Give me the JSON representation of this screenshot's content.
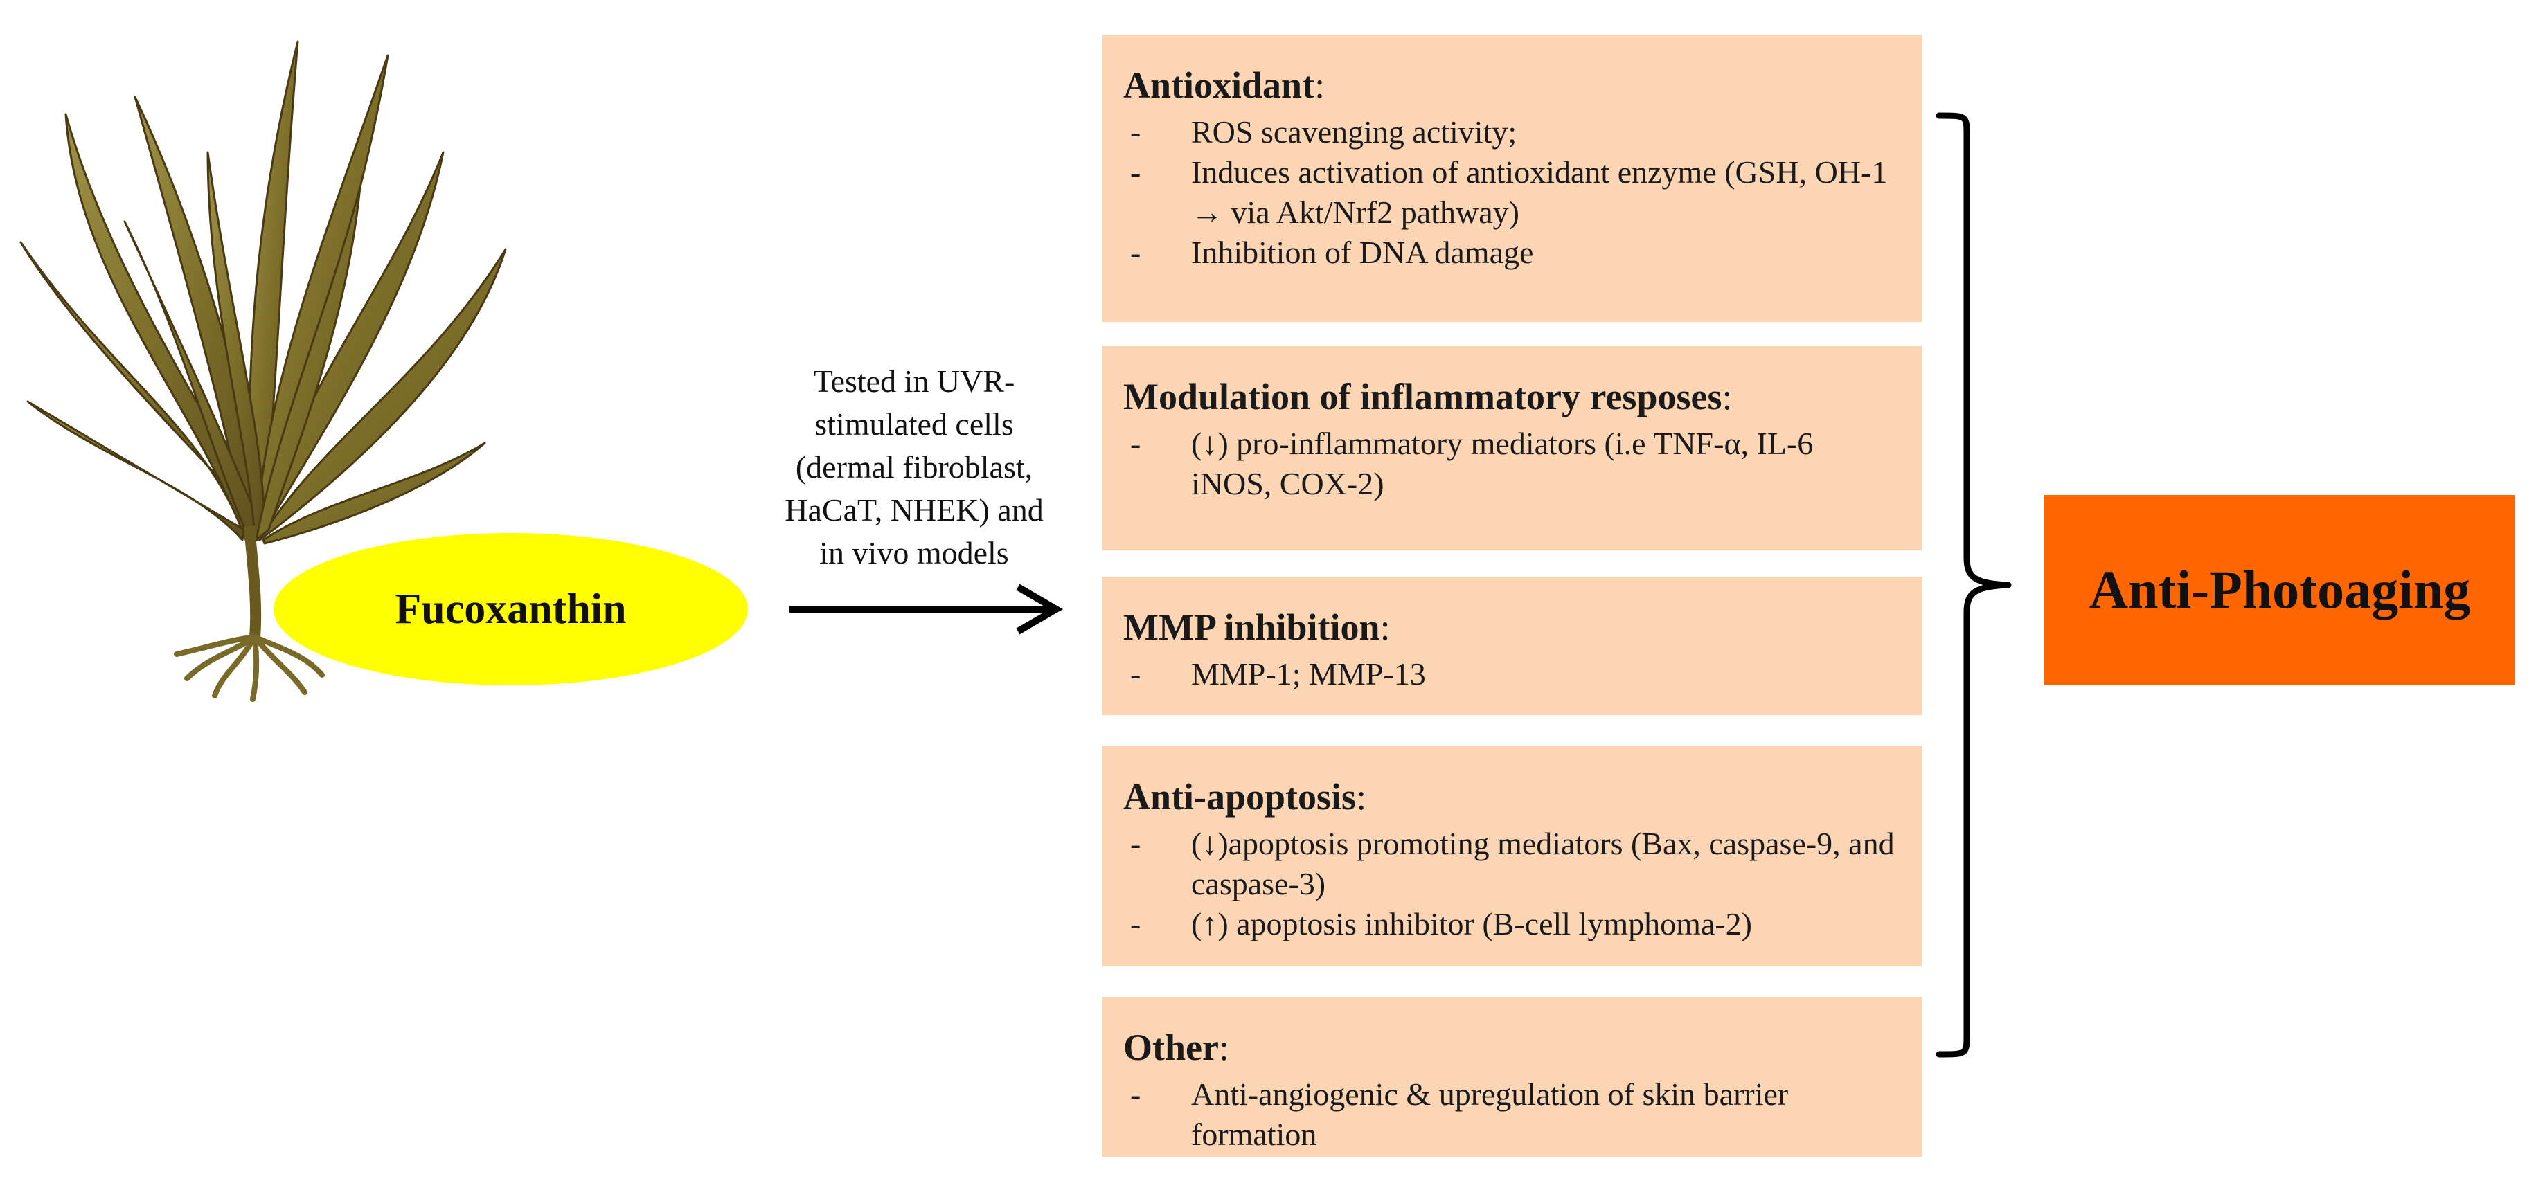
{
  "source": {
    "label": "Fucoxanthin"
  },
  "test_condition": {
    "lines": [
      "Tested in UVR-",
      "stimulated cells",
      "(dermal fibroblast,",
      "HaCaT, NHEK) and",
      "in vivo models"
    ]
  },
  "effects": [
    {
      "heading": "Antioxidant",
      "items": [
        "ROS scavenging activity;",
        "Induces activation of antioxidant enzyme (GSH, OH-1 → via Akt/Nrf2 pathway)",
        "Inhibition of DNA damage"
      ]
    },
    {
      "heading": "Modulation of inflammatory resposes",
      "items": [
        "(↓) pro-inflammatory mediators (i.e TNF-α, IL-6 iNOS, COX-2)"
      ]
    },
    {
      "heading": "MMP inhibition",
      "items": [
        "MMP-1; MMP-13"
      ]
    },
    {
      "heading": "Anti-apoptosis",
      "items": [
        "(↓)apoptosis promoting mediators (Bax, caspase-9, and caspase-3)",
        "(↑) apoptosis inhibitor (B-cell lymphoma-2)"
      ]
    },
    {
      "heading": "Other",
      "items": [
        "Anti-angiogenic & upregulation of skin barrier formation"
      ]
    }
  ],
  "outcome": {
    "label": "Anti-Photoaging"
  },
  "colors": {
    "source_fill": "#ffff00",
    "effect_fill": "#fcd5b5",
    "outcome_fill": "#ff6600",
    "seaweed": "#8a7a2e"
  },
  "icons": {
    "seaweed": "seaweed-illustration",
    "arrow": "right-arrow-icon",
    "bracket": "right-brace-icon"
  }
}
